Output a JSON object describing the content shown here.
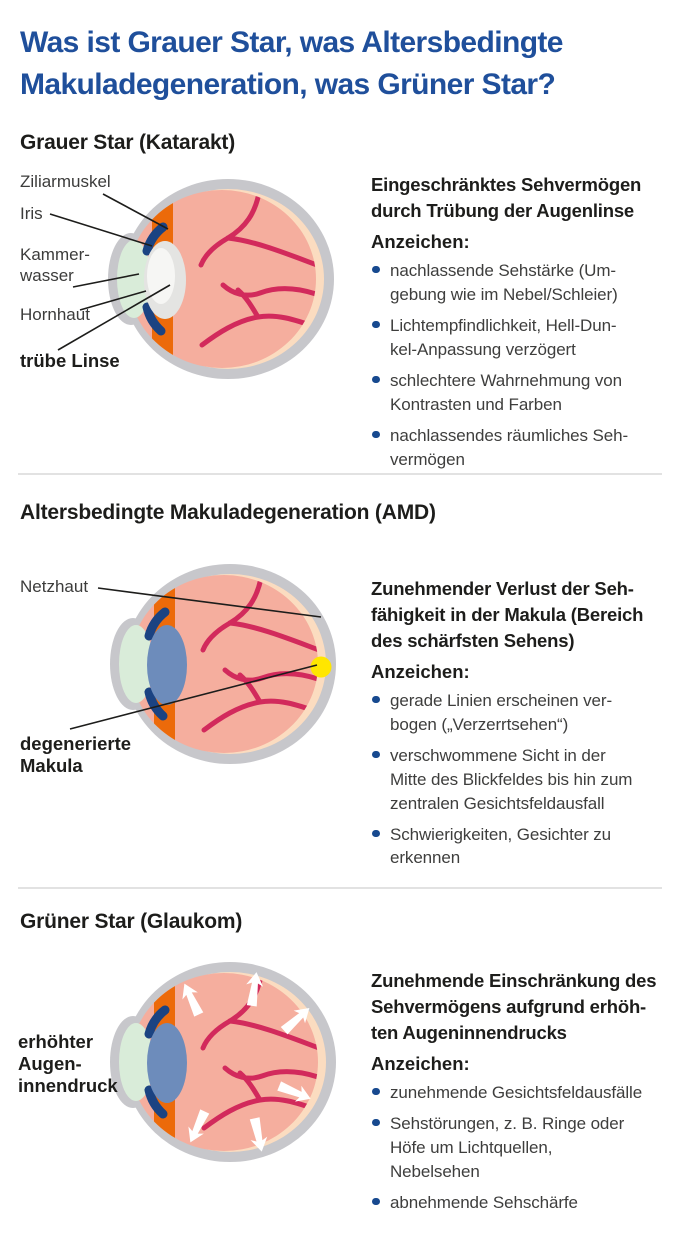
{
  "title": "Was ist Grauer Star, was Altersbedingte\nMakuladegeneration, was Grüner Star?",
  "colors": {
    "title_blue": "#1f4f9b",
    "bullet_blue": "#17498f",
    "eye_sclera_gray": "#c7c7cb",
    "eye_interior_pink": "#f5ae9e",
    "eye_retina_cream": "#fbdcc0",
    "ciliary_orange": "#ec6a0a",
    "iris_navy": "#1b4382",
    "cornea_green": "#d9ecd9",
    "cloudy_lens_gray": "#e4e4e2",
    "lens_blue": "#6d8cbb",
    "vessel_red": "#d22a5c",
    "macula_yellow": "#ffe600"
  },
  "sections": [
    {
      "header": "Grauer Star (Katarakt)",
      "summary": "Eingeschränktes Sehvermögen\ndurch Trübung der Augenlinse",
      "signs_label": "Anzeichen:",
      "bullets": [
        "nachlassende Sehstärke (Um-\ngebung wie im Nebel/Schleier)",
        "Lichtempfindlichkeit, Hell-Dun-\nkel-Anpassung verzögert",
        "schlechtere Wahrnehmung von\nKontrasten und Farben",
        "nachlassendes räumliches Seh-\nvermögen"
      ],
      "labels": {
        "ziliarmuskel": "Ziliarmuskel",
        "iris": "Iris",
        "kammerwasser": "Kammer-\nwasser",
        "hornhaut": "Hornhaut",
        "truebe_linse": "trübe Linse"
      }
    },
    {
      "header": "Altersbedingte Makuladegeneration (AMD)",
      "summary": "Zunehmender Verlust der Seh-\nfähigkeit in der Makula (Bereich\ndes schärfsten Sehens)",
      "signs_label": "Anzeichen:",
      "bullets": [
        "gerade Linien erscheinen ver-\nbogen („Verzerrtsehen“)",
        "verschwommene Sicht in der\nMitte des Blickfeldes bis hin zum\nzentralen Gesichtsfeldausfall",
        "Schwierigkeiten, Gesichter zu\nerkennen"
      ],
      "labels": {
        "netzhaut": "Netzhaut",
        "degenerierte_makula": "degenerierte\nMakula"
      }
    },
    {
      "header": "Grüner Star (Glaukom)",
      "summary": "Zunehmende Einschränkung des\nSehvermögens aufgrund erhöh-\nten Augeninnendrucks",
      "signs_label": "Anzeichen:",
      "bullets": [
        "zunehmende Gesichtsfeldausfälle",
        "Sehstörungen, z. B. Ringe oder\nHöfe um Lichtquellen,\nNebelsehen",
        "abnehmende Sehschärfe"
      ],
      "labels": {
        "erhoehter_augeninnendruck": "erhöhter\nAugen-\ninnendruck"
      }
    }
  ]
}
